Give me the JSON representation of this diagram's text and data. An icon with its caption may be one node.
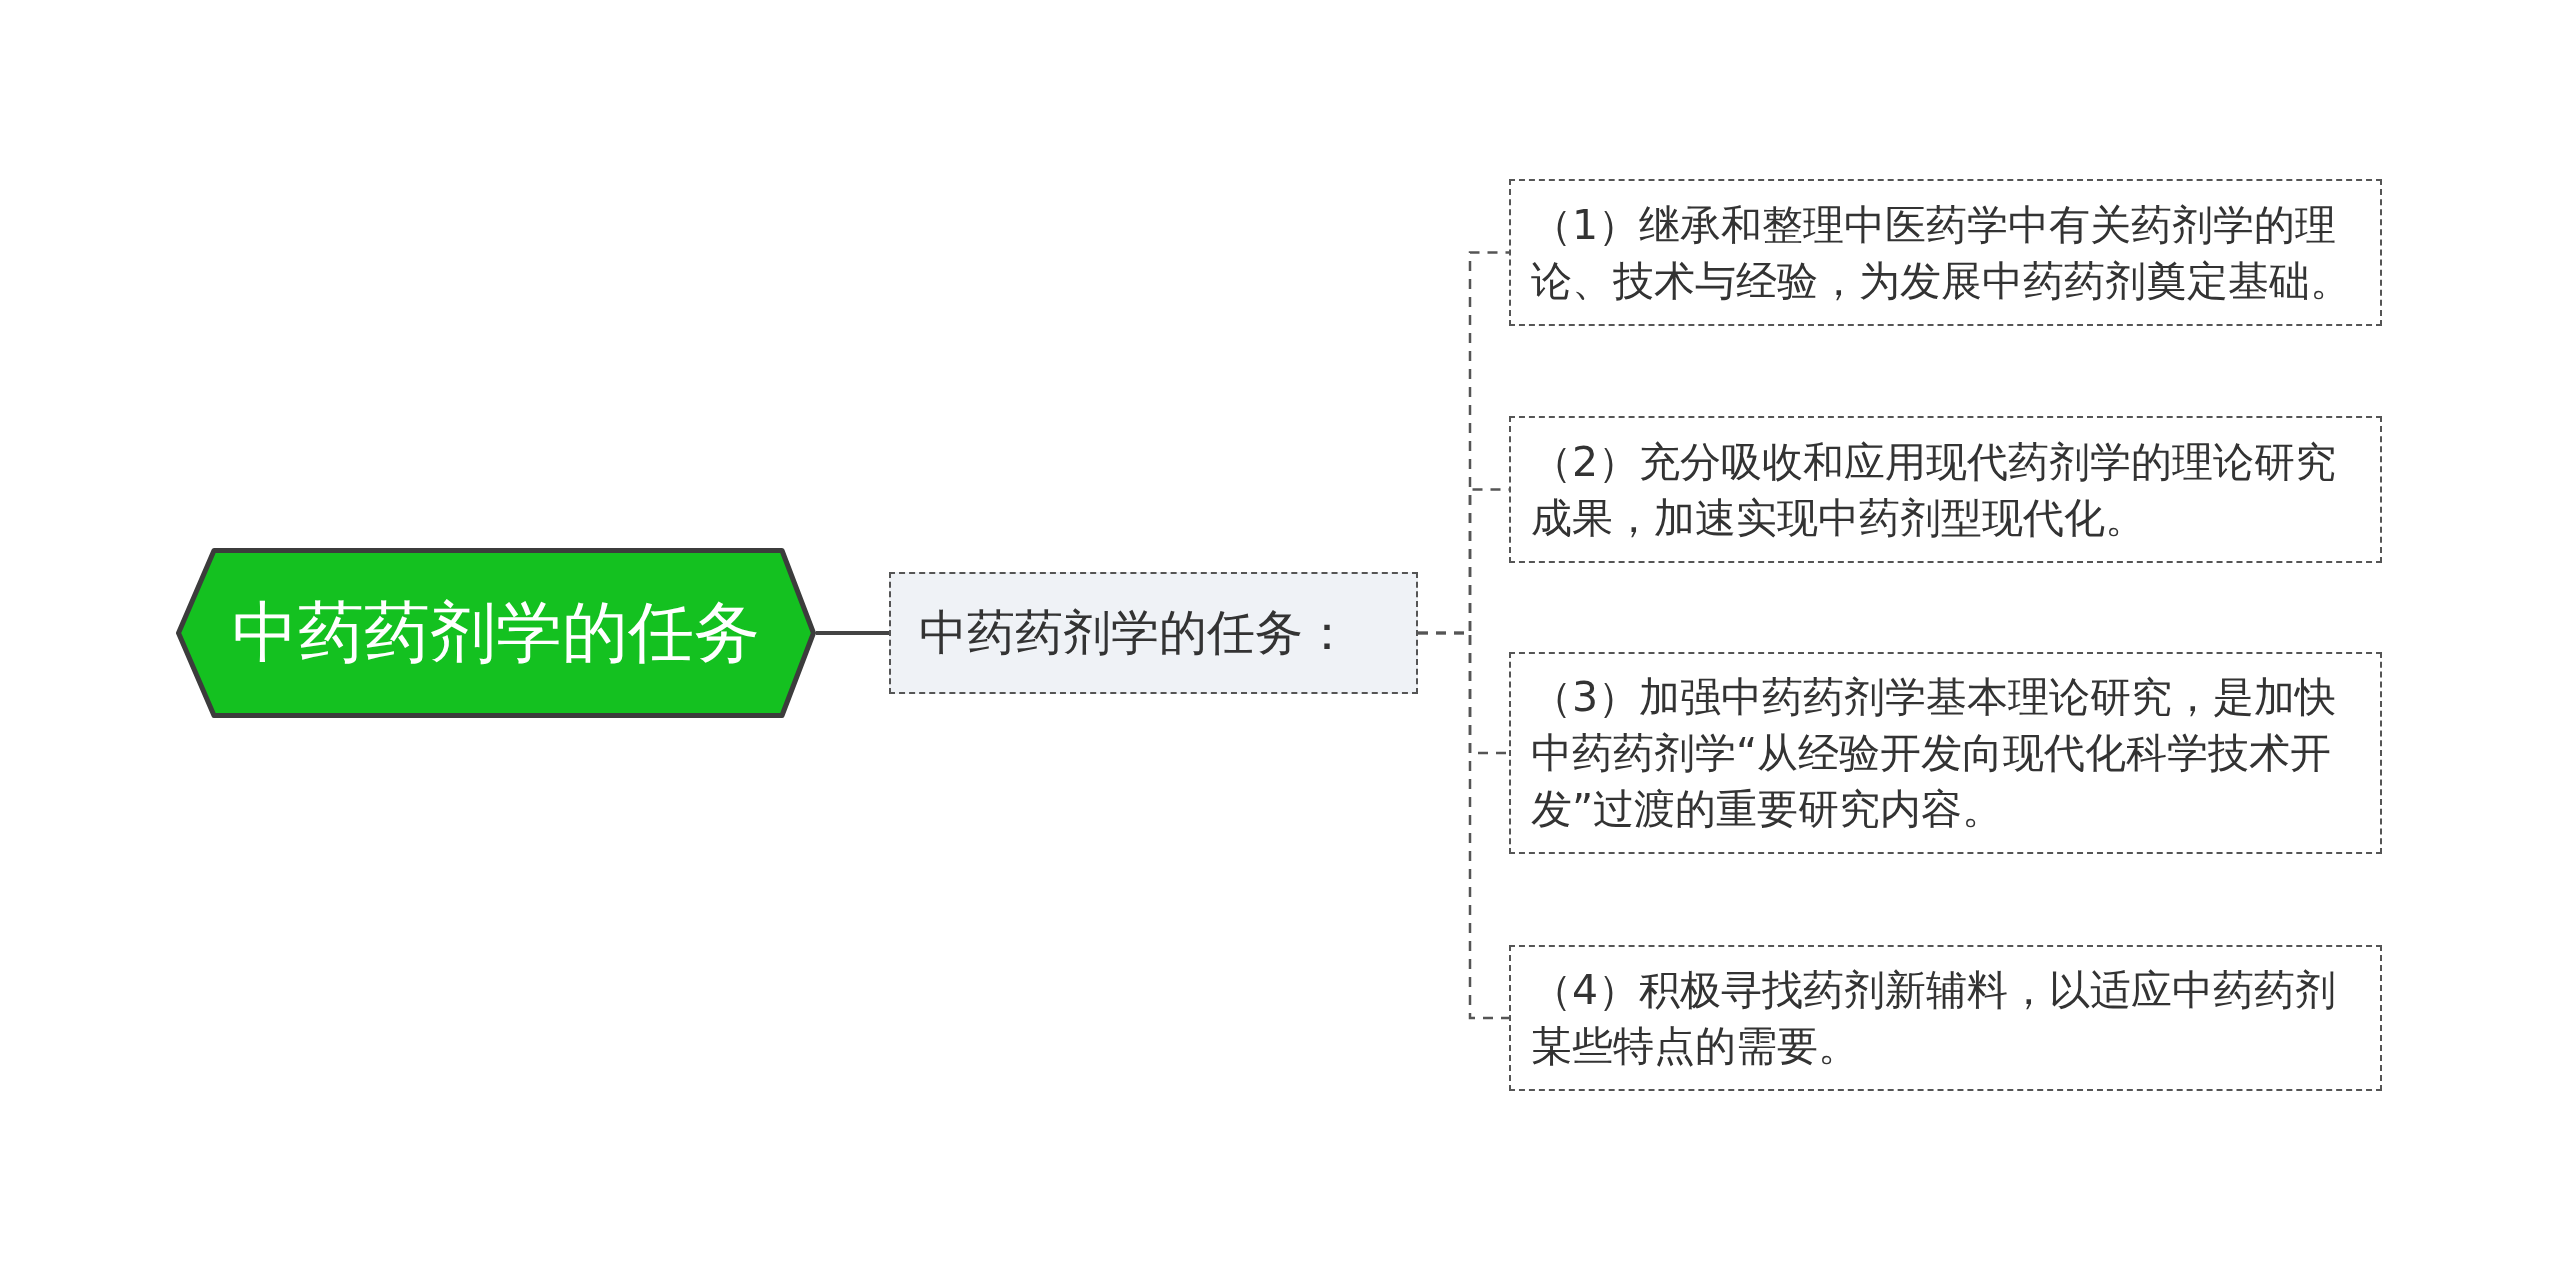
{
  "diagram": {
    "nodes": [
      {
        "text": [
          "中药药剂学的任务"
        ]
      },
      {
        "text": [
          "中药药剂学的任务："
        ]
      },
      {
        "text": [
          "（1）继承和整理中医药学中有关药剂学的理论、技术与经验，为发展中药药剂奠定基础。"
        ]
      },
      {
        "text": [
          "（2）充分吸收和应用现代药剂学的理论研究成果，加速实现中药剂型现代化。"
        ]
      },
      {
        "text": [
          "（3）加强中药药剂学基本理论研究，是加快中药药剂学“从经验开发向现代化科学技术开发”过渡的重要研究内容。"
        ]
      },
      {
        "text": [
          "（4）积极寻找药剂新辅料，以适应中药药剂某些特点的需要。"
        ]
      }
    ],
    "edges": [
      {
        "from": 0,
        "to": 1,
        "arrow": "none"
      },
      {
        "from": 1,
        "to": 2,
        "arrow": "none",
        "style": "dashed"
      },
      {
        "from": 1,
        "to": 3,
        "arrow": "none",
        "style": "dashed"
      },
      {
        "from": 1,
        "to": 4,
        "arrow": "none",
        "style": "dashed"
      },
      {
        "from": 1,
        "to": 5,
        "arrow": "none",
        "style": "dashed"
      }
    ]
  }
}
